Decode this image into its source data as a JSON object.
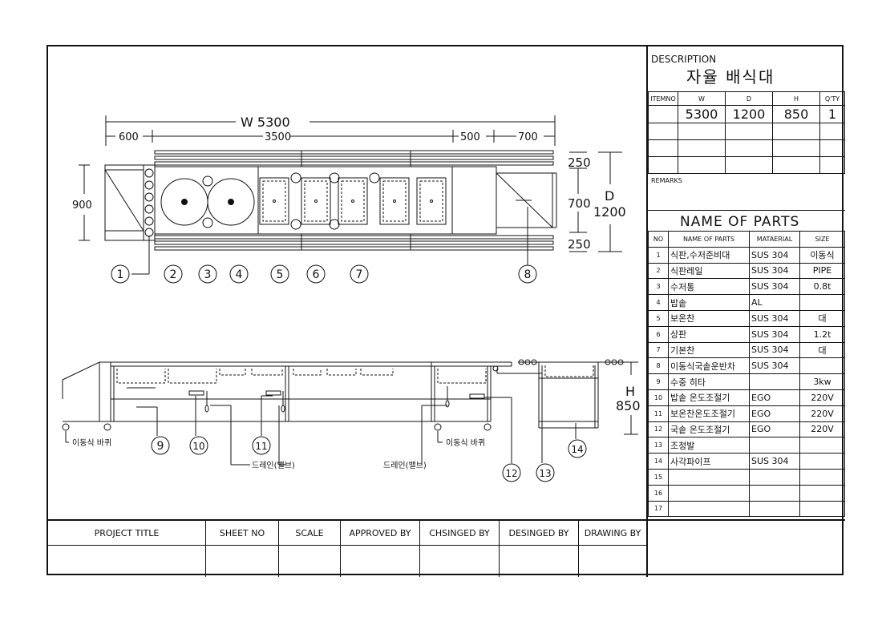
{
  "description": {
    "label": "DESCRIPTION",
    "title": "자율 배식대"
  },
  "spec_table": {
    "headers": [
      "ITEMNO",
      "W",
      "D",
      "H",
      "Q'TY"
    ],
    "row": [
      "",
      "5300",
      "1200",
      "850",
      "1"
    ]
  },
  "remarks_label": "REMARKS",
  "parts": {
    "title": "NAME OF PARTS",
    "headers": [
      "NO",
      "NAME OF PARTS",
      "MATAERIAL",
      "SIZE"
    ],
    "rows": [
      {
        "no": "1",
        "name": "식판,수저준비대",
        "material": "SUS 304",
        "size": "이동식"
      },
      {
        "no": "2",
        "name": "식판레일",
        "material": "SUS 304",
        "size": "PIPE"
      },
      {
        "no": "3",
        "name": "수저통",
        "material": "SUS 304",
        "size": "0.8t"
      },
      {
        "no": "4",
        "name": "밥솥",
        "material": "AL",
        "size": ""
      },
      {
        "no": "5",
        "name": "보온찬",
        "material": "SUS 304",
        "size": "대"
      },
      {
        "no": "6",
        "name": "상판",
        "material": "SUS 304",
        "size": "1.2t"
      },
      {
        "no": "7",
        "name": "기본찬",
        "material": "SUS 304",
        "size": "대"
      },
      {
        "no": "8",
        "name": "이동식국솥운반차",
        "material": "SUS 304",
        "size": ""
      },
      {
        "no": "9",
        "name": "수중 히타",
        "material": "",
        "size": "3kw"
      },
      {
        "no": "10",
        "name": "밥솥 온도조절기",
        "material": "EGO",
        "size": "220V"
      },
      {
        "no": "11",
        "name": "보온찬온도조절기",
        "material": "EGO",
        "size": "220V"
      },
      {
        "no": "12",
        "name": "국솥 온도조절기",
        "material": "EGO",
        "size": "220V"
      },
      {
        "no": "13",
        "name": "조정발",
        "material": "",
        "size": ""
      },
      {
        "no": "14",
        "name": "사각파이프",
        "material": "SUS 304",
        "size": ""
      },
      {
        "no": "15",
        "name": "",
        "material": "",
        "size": ""
      },
      {
        "no": "16",
        "name": "",
        "material": "",
        "size": ""
      },
      {
        "no": "17",
        "name": "",
        "material": "",
        "size": ""
      }
    ]
  },
  "title_block": {
    "project_title": "PROJECT    TITLE",
    "sheet_no": "SHEET   NO",
    "scale": "SCALE",
    "approved_by": "APPROVED BY",
    "chsinged_by": "CHSINGED BY",
    "desinged_by": "DESINGED BY",
    "drawing_by": "DRAWING BY"
  },
  "plan_dims": {
    "total_w": "W  5300",
    "d600": "600",
    "d3500": "3500",
    "d500": "500",
    "d700": "700",
    "d900": "900",
    "d250a": "250",
    "d700v": "700",
    "d250b": "250",
    "D": "D",
    "d1200": "1200"
  },
  "elev_dims": {
    "H": "H",
    "d850": "850"
  },
  "labels": {
    "caster_left": "이동식 바퀴",
    "caster_right": "이동식 바퀴",
    "drain_left": "드레인(밸브)",
    "drain_right": "드레인(밸브)"
  },
  "callouts": [
    "1",
    "2",
    "3",
    "4",
    "5",
    "6",
    "7",
    "8",
    "9",
    "10",
    "11",
    "12",
    "13",
    "14"
  ]
}
